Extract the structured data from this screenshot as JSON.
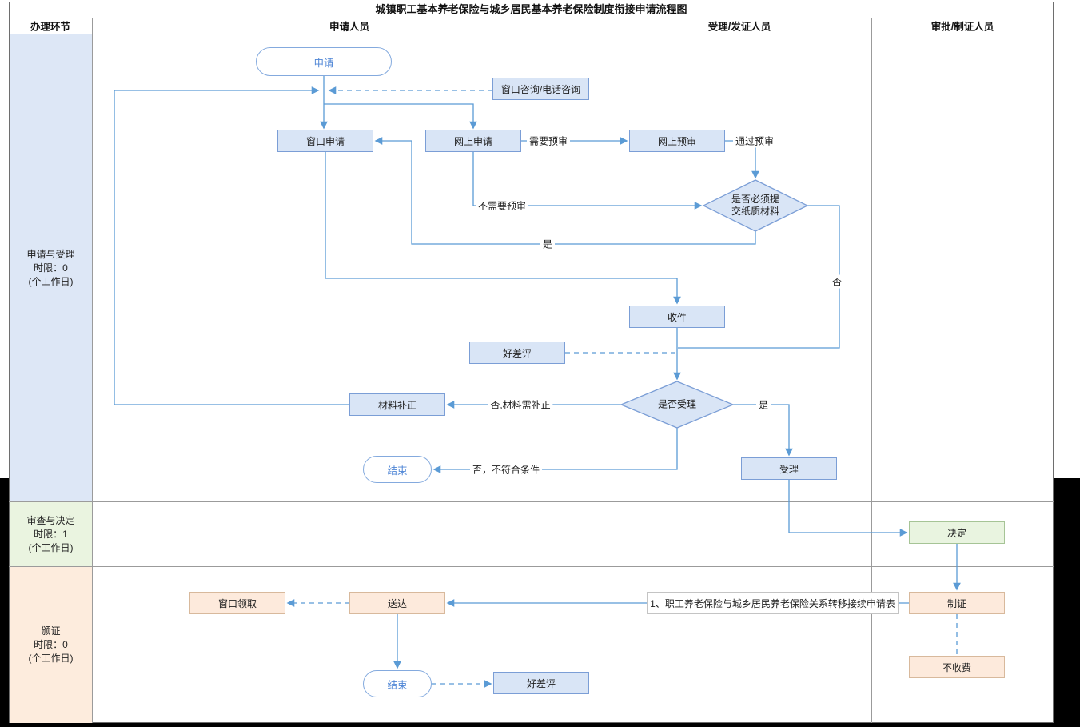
{
  "title": "城镇职工基本养老保险与城乡居民基本养老保险制度衔接申请流程图",
  "header": {
    "col_step": "办理环节",
    "col_applicant": "申请人员",
    "col_acceptor": "受理/发证人员",
    "col_approver": "审批/制证人员"
  },
  "lanes": {
    "apply_accept": {
      "name": "申请与受理",
      "limit": "时限：0",
      "unit": "(个工作日)"
    },
    "review_decide": {
      "name": "审查与决定",
      "limit": "时限：1",
      "unit": "(个工作日)"
    },
    "issue": {
      "name": "颁证",
      "limit": "时限：0",
      "unit": "(个工作日)"
    }
  },
  "nodes": {
    "apply": "申请",
    "consult": "窗口咨询/电话咨询",
    "window_apply": "窗口申请",
    "online_apply": "网上申请",
    "online_preview": "网上预审",
    "paper_q1": "是否必须提",
    "paper_q2": "交纸质材料",
    "receive": "收件",
    "rating_top": "好差评",
    "accept_q": "是否受理",
    "material_fix": "材料补正",
    "accept": "受理",
    "end_top": "结束",
    "decide": "决定",
    "window_pickup": "窗口领取",
    "deliver": "送达",
    "form_note": "1、职工养老保险与城乡居民养老保险关系转移接续申请表",
    "make_cert": "制证",
    "no_fee": "不收费",
    "end_bottom": "结束",
    "rating_bottom": "好差评"
  },
  "edge_labels": {
    "need_preview": "需要预审",
    "pass_preview": "通过预审",
    "no_preview": "不需要预审",
    "yes_paper": "是",
    "no_paper": "否",
    "no_fix": "否,材料需补正",
    "yes_accept": "是",
    "no_reject": "否，不符合条件"
  },
  "colors": {
    "line": "#5b9bd5",
    "node_blue_fill": "#d9e5f6",
    "node_blue_border": "#7b9ed6",
    "node_green_fill": "#e9f4e0",
    "node_green_border": "#a6c496",
    "node_orange_fill": "#fdeadc",
    "node_orange_border": "#d8b99c",
    "stadium_border": "#84aade",
    "stadium_text": "#4f86d6",
    "lane1_bg": "#dde7f6",
    "lane2_bg": "#eaf4e0",
    "lane3_bg": "#fdecdd"
  }
}
